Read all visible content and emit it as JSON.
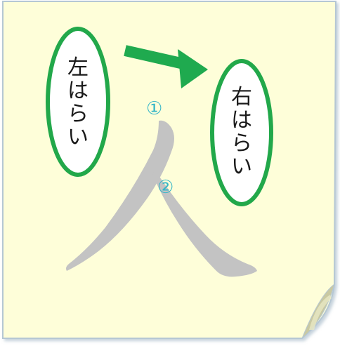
{
  "labels": {
    "left_sweep": "左はらい",
    "right_sweep": "右はらい"
  },
  "stroke_numbers": {
    "first": "①",
    "second": "②"
  },
  "colors": {
    "note_fill": "#fefed9",
    "note_border": "#b5c7d4",
    "fold": "#c8c8a0",
    "oval_border": "#22a84a",
    "arrow": "#1faa4f",
    "character_stroke": "#c3c3c3",
    "number_color": "#36b6c8"
  }
}
